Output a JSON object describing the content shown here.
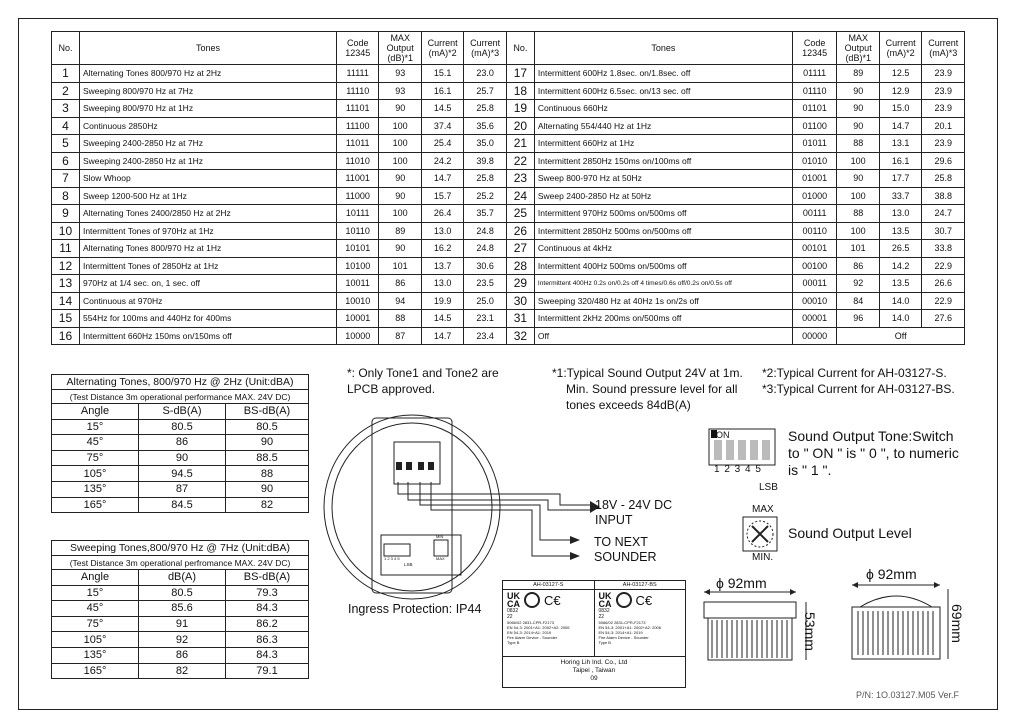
{
  "main_table": {
    "headers": {
      "no": "No.",
      "tones": "Tones",
      "code": "Code 12345",
      "max_output": "MAX Output (dB)*1",
      "current2": "Current (mA)*2",
      "current3": "Current (mA)*3"
    },
    "left_rows": [
      {
        "no": "1",
        "tone": "Alternating Tones 800/970 Hz at 2Hz",
        "code": "11111",
        "db": "93",
        "i2": "15.1",
        "i3": "23.0"
      },
      {
        "no": "2",
        "tone": "Sweeping 800/970 Hz at 7Hz",
        "code": "11110",
        "db": "93",
        "i2": "16.1",
        "i3": "25.7"
      },
      {
        "no": "3",
        "tone": "Sweeping 800/970 Hz at 1Hz",
        "code": "11101",
        "db": "90",
        "i2": "14.5",
        "i3": "25.8"
      },
      {
        "no": "4",
        "tone": "Continuous 2850Hz",
        "code": "11100",
        "db": "100",
        "i2": "37.4",
        "i3": "35.6"
      },
      {
        "no": "5",
        "tone": "Sweeping 2400-2850 Hz at 7Hz",
        "code": "11011",
        "db": "100",
        "i2": "25.4",
        "i3": "35.0"
      },
      {
        "no": "6",
        "tone": "Sweeping 2400-2850 Hz at 1Hz",
        "code": "11010",
        "db": "100",
        "i2": "24.2",
        "i3": "39.8"
      },
      {
        "no": "7",
        "tone": "Slow Whoop",
        "code": "11001",
        "db": "90",
        "i2": "14.7",
        "i3": "25.8"
      },
      {
        "no": "8",
        "tone": "Sweep 1200-500 Hz at 1Hz",
        "code": "11000",
        "db": "90",
        "i2": "15.7",
        "i3": "25.2"
      },
      {
        "no": "9",
        "tone": "Alternating Tones 2400/2850 Hz at 2Hz",
        "code": "10111",
        "db": "100",
        "i2": "26.4",
        "i3": "35.7"
      },
      {
        "no": "10",
        "tone": "Intermittent Tones of 970Hz at 1Hz",
        "code": "10110",
        "db": "89",
        "i2": "13.0",
        "i3": "24.8"
      },
      {
        "no": "11",
        "tone": "Alternating Tones 800/970 Hz at 1Hz",
        "code": "10101",
        "db": "90",
        "i2": "16.2",
        "i3": "24.8"
      },
      {
        "no": "12",
        "tone": "Intermittent Tones of 2850Hz at 1Hz",
        "code": "10100",
        "db": "101",
        "i2": "13.7",
        "i3": "30.6"
      },
      {
        "no": "13",
        "tone": "970Hz at 1/4 sec. on, 1 sec. off",
        "code": "10011",
        "db": "86",
        "i2": "13.0",
        "i3": "23.5"
      },
      {
        "no": "14",
        "tone": "Continuous at 970Hz",
        "code": "10010",
        "db": "94",
        "i2": "19.9",
        "i3": "25.0"
      },
      {
        "no": "15",
        "tone": "554Hz for 100ms and 440Hz for 400ms",
        "code": "10001",
        "db": "88",
        "i2": "14.5",
        "i3": "23.1"
      },
      {
        "no": "16",
        "tone": "Intermittent 660Hz 150ms on/150ms off",
        "code": "10000",
        "db": "87",
        "i2": "14.7",
        "i3": "23.4"
      }
    ],
    "right_rows": [
      {
        "no": "17",
        "tone": "Intermittent 600Hz 1.8sec. on/1.8sec. off",
        "code": "01111",
        "db": "89",
        "i2": "12.5",
        "i3": "23.9"
      },
      {
        "no": "18",
        "tone": "Intermittent 600Hz 6.5sec. on/13 sec. off",
        "code": "01110",
        "db": "90",
        "i2": "12.9",
        "i3": "23.9"
      },
      {
        "no": "19",
        "tone": "Continuous 660Hz",
        "code": "01101",
        "db": "90",
        "i2": "15.0",
        "i3": "23.9"
      },
      {
        "no": "20",
        "tone": "Alternating 554/440 Hz at 1Hz",
        "code": "01100",
        "db": "90",
        "i2": "14.7",
        "i3": "20.1"
      },
      {
        "no": "21",
        "tone": "Intermittent 660Hz at 1Hz",
        "code": "01011",
        "db": "88",
        "i2": "13.1",
        "i3": "23.9"
      },
      {
        "no": "22",
        "tone": "Intermittent 2850Hz 150ms on/100ms off",
        "code": "01010",
        "db": "100",
        "i2": "16.1",
        "i3": "29.6"
      },
      {
        "no": "23",
        "tone": "Sweep 800-970 Hz at 50Hz",
        "code": "01001",
        "db": "90",
        "i2": "17.7",
        "i3": "25.8"
      },
      {
        "no": "24",
        "tone": "Sweep 2400-2850 Hz at 50Hz",
        "code": "01000",
        "db": "100",
        "i2": "33.7",
        "i3": "38.8"
      },
      {
        "no": "25",
        "tone": "Intermittent 970Hz 500ms on/500ms off",
        "code": "00111",
        "db": "88",
        "i2": "13.0",
        "i3": "24.7"
      },
      {
        "no": "26",
        "tone": "Intermittent 2850Hz 500ms on/500ms off",
        "code": "00110",
        "db": "100",
        "i2": "13.5",
        "i3": "30.7"
      },
      {
        "no": "27",
        "tone": "Continuous at 4kHz",
        "code": "00101",
        "db": "101",
        "i2": "26.5",
        "i3": "33.8"
      },
      {
        "no": "28",
        "tone": "Intermittent 400Hz 500ms on/500ms off",
        "code": "00100",
        "db": "86",
        "i2": "14.2",
        "i3": "22.9"
      },
      {
        "no": "29",
        "tone": "Intermittent 400Hz 0.2s on/0.2s off 4 times/0.6s off/0.2s on/0.5s off",
        "code": "00011",
        "db": "92",
        "i2": "13.5",
        "i3": "26.6"
      },
      {
        "no": "30",
        "tone": "Sweeping 320/480 Hz at 40Hz 1s on/2s off",
        "code": "00010",
        "db": "84",
        "i2": "14.0",
        "i3": "22.9"
      },
      {
        "no": "31",
        "tone": "Intermittent 2kHz 200ms on/500ms off",
        "code": "00001",
        "db": "96",
        "i2": "14.0",
        "i3": "27.6"
      },
      {
        "no": "32",
        "tone": "Off",
        "code": "00000",
        "off": "Off"
      }
    ]
  },
  "alt_table": {
    "title": "Alternating Tones, 800/970 Hz @ 2Hz (Unit:dBA)",
    "subtitle": "(Test Distance 3m operational performance MAX. 24V DC)",
    "col_angle": "Angle",
    "col_a": "S-dB(A)",
    "col_b": "BS-dB(A)",
    "rows": [
      [
        "15°",
        "80.5",
        "80.5"
      ],
      [
        "45°",
        "86",
        "90"
      ],
      [
        "75°",
        "90",
        "88.5"
      ],
      [
        "105°",
        "94.5",
        "88"
      ],
      [
        "135°",
        "87",
        "90"
      ],
      [
        "165°",
        "84.5",
        "82"
      ]
    ]
  },
  "sweep_table": {
    "title": "Sweeping Tones,800/970 Hz @ 7Hz (Unit:dBA)",
    "subtitle": "(Test Distance 3m operational perfromance MAX. 24V DC)",
    "col_angle": "Angle",
    "col_a": "dB(A)",
    "col_b": "BS-dB(A)",
    "rows": [
      [
        "15°",
        "80.5",
        "79.3"
      ],
      [
        "45°",
        "85.6",
        "84.3"
      ],
      [
        "75°",
        "91",
        "86.2"
      ],
      [
        "105°",
        "92",
        "86.3"
      ],
      [
        "135°",
        "86",
        "84.3"
      ],
      [
        "165°",
        "82",
        "79.1"
      ]
    ]
  },
  "notes": {
    "lpcb": "*: Only Tone1 and Tone2 are LPCB approved.",
    "n1_line1": "*1:Typical Sound Output 24V at 1m.",
    "n1_line2": "Min. Sound pressure level for all",
    "n1_line3": "tones exceeds 84dB(A)",
    "n2": "*2:Typical Current for AH-03127-S.",
    "n3": "*3:Typical Current for AH-03127-BS."
  },
  "diagram": {
    "power_line1": "18V - 24V DC",
    "power_line2": "INPUT",
    "next_line1": "TO NEXT",
    "next_line2": "SOUNDER",
    "ingress": "Ingress Protection: IP44",
    "board_lsb": "LSB",
    "board_min": "MIN",
    "board_max": "MAX",
    "board_nums": "1 2 3 4 5"
  },
  "switch": {
    "on_label": "ON",
    "nums": "1 2 3 4 5",
    "lsb": "LSB",
    "text_line1": "Sound Output Tone:Switch",
    "text_line2": "to \" ON \" is \" 0 \", to numeric",
    "text_line3": "is \" 1 \".",
    "max": "MAX",
    "min": "MIN.",
    "level_text": "Sound Output Level"
  },
  "cert": {
    "model_s": "AH-03127-S",
    "model_bs": "AH-03127-BS",
    "ukca1": "UK",
    "ukca2": "CA",
    "num": "0832",
    "year": "22",
    "ref": "5066/02  2831-CPR-F2173",
    "std1": "EN 54-3: 2001+A1: 2002+A2: 2006",
    "std2": "EN 54-3: 2014+A1: 2019",
    "std3": "Fire Alarm Device - Sounder",
    "std4": "Type B",
    "maker1": "Horing Lih Ind. Co., Ltd",
    "maker2": "Taipei , Taiwan",
    "maker3": "09"
  },
  "dims": {
    "dia1": "ϕ 92mm",
    "dia2": "ϕ 92mm",
    "h1": "53mm",
    "h2": "69mm"
  },
  "part_no": "P/N: 1O.03127.M05  Ver.F"
}
